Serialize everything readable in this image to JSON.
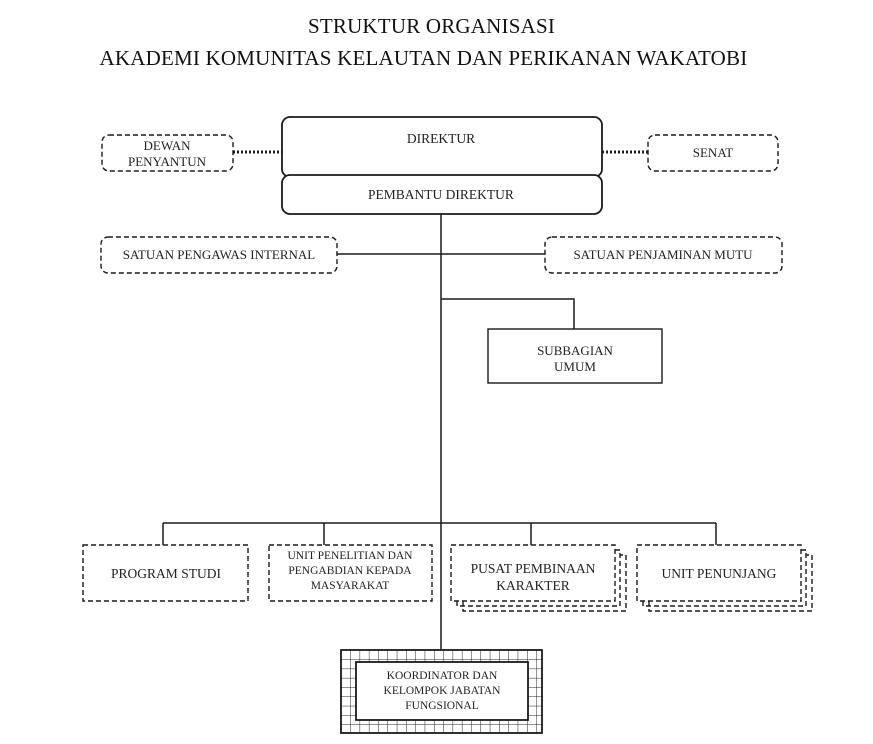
{
  "header": {
    "title": "STRUKTUR ORGANISASI",
    "subtitle": "AKADEMI KOMUNITAS KELAUTAN DAN PERIKANAN WAKATOBI"
  },
  "nodes": {
    "direktur": {
      "lines": [
        "DIREKTUR"
      ],
      "style": "rounded-solid"
    },
    "pembantu_direktur": {
      "lines": [
        "PEMBANTU DIREKTUR"
      ],
      "style": "rounded-solid"
    },
    "dewan_penyantun": {
      "lines": [
        "DEWAN",
        "PENYANTUN"
      ],
      "style": "rounded-dashed",
      "link": "dotted"
    },
    "senat": {
      "lines": [
        "SENAT"
      ],
      "style": "rounded-dashed",
      "link": "dotted"
    },
    "satuan_pengawas_internal": {
      "lines": [
        "SATUAN PENGAWAS INTERNAL"
      ],
      "style": "rounded-dashed"
    },
    "satuan_penjaminan_mutu": {
      "lines": [
        "SATUAN PENJAMINAN MUTU"
      ],
      "style": "rounded-dashed"
    },
    "subbagian_umum": {
      "lines": [
        "SUBBAGIAN",
        "UMUM"
      ],
      "style": "solid"
    },
    "program_studi": {
      "lines": [
        "PROGRAM STUDI"
      ],
      "style": "dashed"
    },
    "unit_penelitian": {
      "lines": [
        "UNIT PENELITIAN DAN",
        "PENGABDIAN KEPADA",
        "MASYARAKAT"
      ],
      "style": "dashed"
    },
    "pusat_pembinaan_karakter": {
      "lines": [
        "PUSAT PEMBINAAN",
        "KARAKTER"
      ],
      "style": "dashed-stacked"
    },
    "unit_penunjang": {
      "lines": [
        "UNIT PENUNJANG"
      ],
      "style": "dashed-stacked"
    },
    "koordinator_jabatan_fungsional": {
      "lines": [
        "KOORDINATOR DAN",
        "KELOMPOK JABATAN",
        "FUNGSIONAL"
      ],
      "style": "grid-frame"
    }
  },
  "colors": {
    "stroke": "#1a1a1a",
    "text": "#222222",
    "background": "#ffffff"
  }
}
